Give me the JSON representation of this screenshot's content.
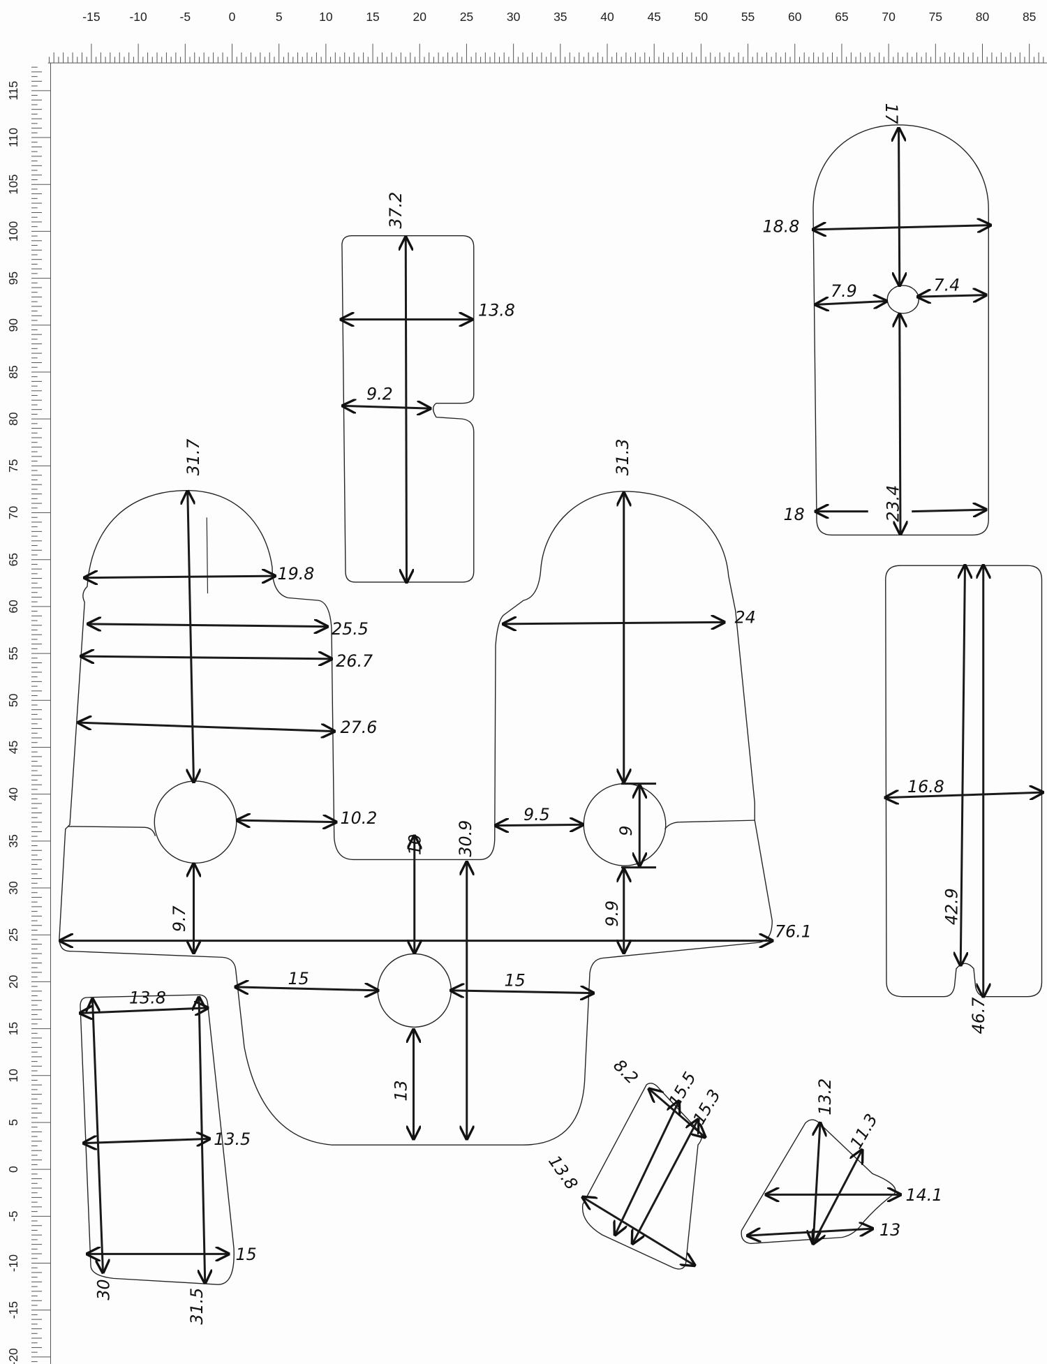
{
  "ruler": {
    "top_labels": [
      "-15",
      "-10",
      "-5",
      "0",
      "5",
      "10",
      "15",
      "20",
      "25",
      "30",
      "35",
      "40",
      "45",
      "50",
      "55",
      "60",
      "65",
      "70",
      "75",
      "80",
      "85"
    ],
    "left_labels": [
      "115",
      "110",
      "105",
      "100",
      "95",
      "90",
      "85",
      "80",
      "75",
      "70",
      "65",
      "60",
      "55",
      "50",
      "45",
      "40",
      "35",
      "30",
      "25",
      "20",
      "15",
      "10",
      "5",
      "0",
      "-5",
      "-10",
      "-15",
      "-20"
    ]
  },
  "pieces": {
    "top_center": {
      "height": "37.2",
      "width": "13.8",
      "notch_width": "9.2"
    },
    "top_right_arch": {
      "top": "17",
      "width": "18.8",
      "hole_left": "7.9",
      "hole_right": "7.4",
      "bottom_height": "23.4",
      "bottom_width": "18"
    },
    "right_strip": {
      "width": "16.8",
      "notch_height": "42.9",
      "height": "46.7"
    },
    "main": {
      "left_height": "31.7",
      "left_w1": "19.8",
      "left_w2": "25.5",
      "left_w3": "26.7",
      "left_w4": "27.6",
      "left_hole_gap": "10.2",
      "left_hole_down": "9.7",
      "overall_width": "76.1",
      "center_gap": "10",
      "center_height": "30.9",
      "center_left": "15",
      "center_right": "15",
      "center_down": "13",
      "right_height": "31.3",
      "right_width": "24",
      "right_hole_gap": "9.5",
      "right_hole_dia": "9",
      "right_hole_down": "9.9"
    },
    "bottom_left": {
      "top_width": "13.8",
      "left_height": "30",
      "right_height": "31.5",
      "mid_width": "13.5",
      "bottom_width": "15"
    },
    "trapezoid": {
      "top": "8.2",
      "diag1": "15.5",
      "diag2": "15.3",
      "bottom": "13.8"
    },
    "triangle": {
      "height": "13.2",
      "diag": "11.3",
      "mid_width": "14.1",
      "bottom_width": "13"
    }
  }
}
